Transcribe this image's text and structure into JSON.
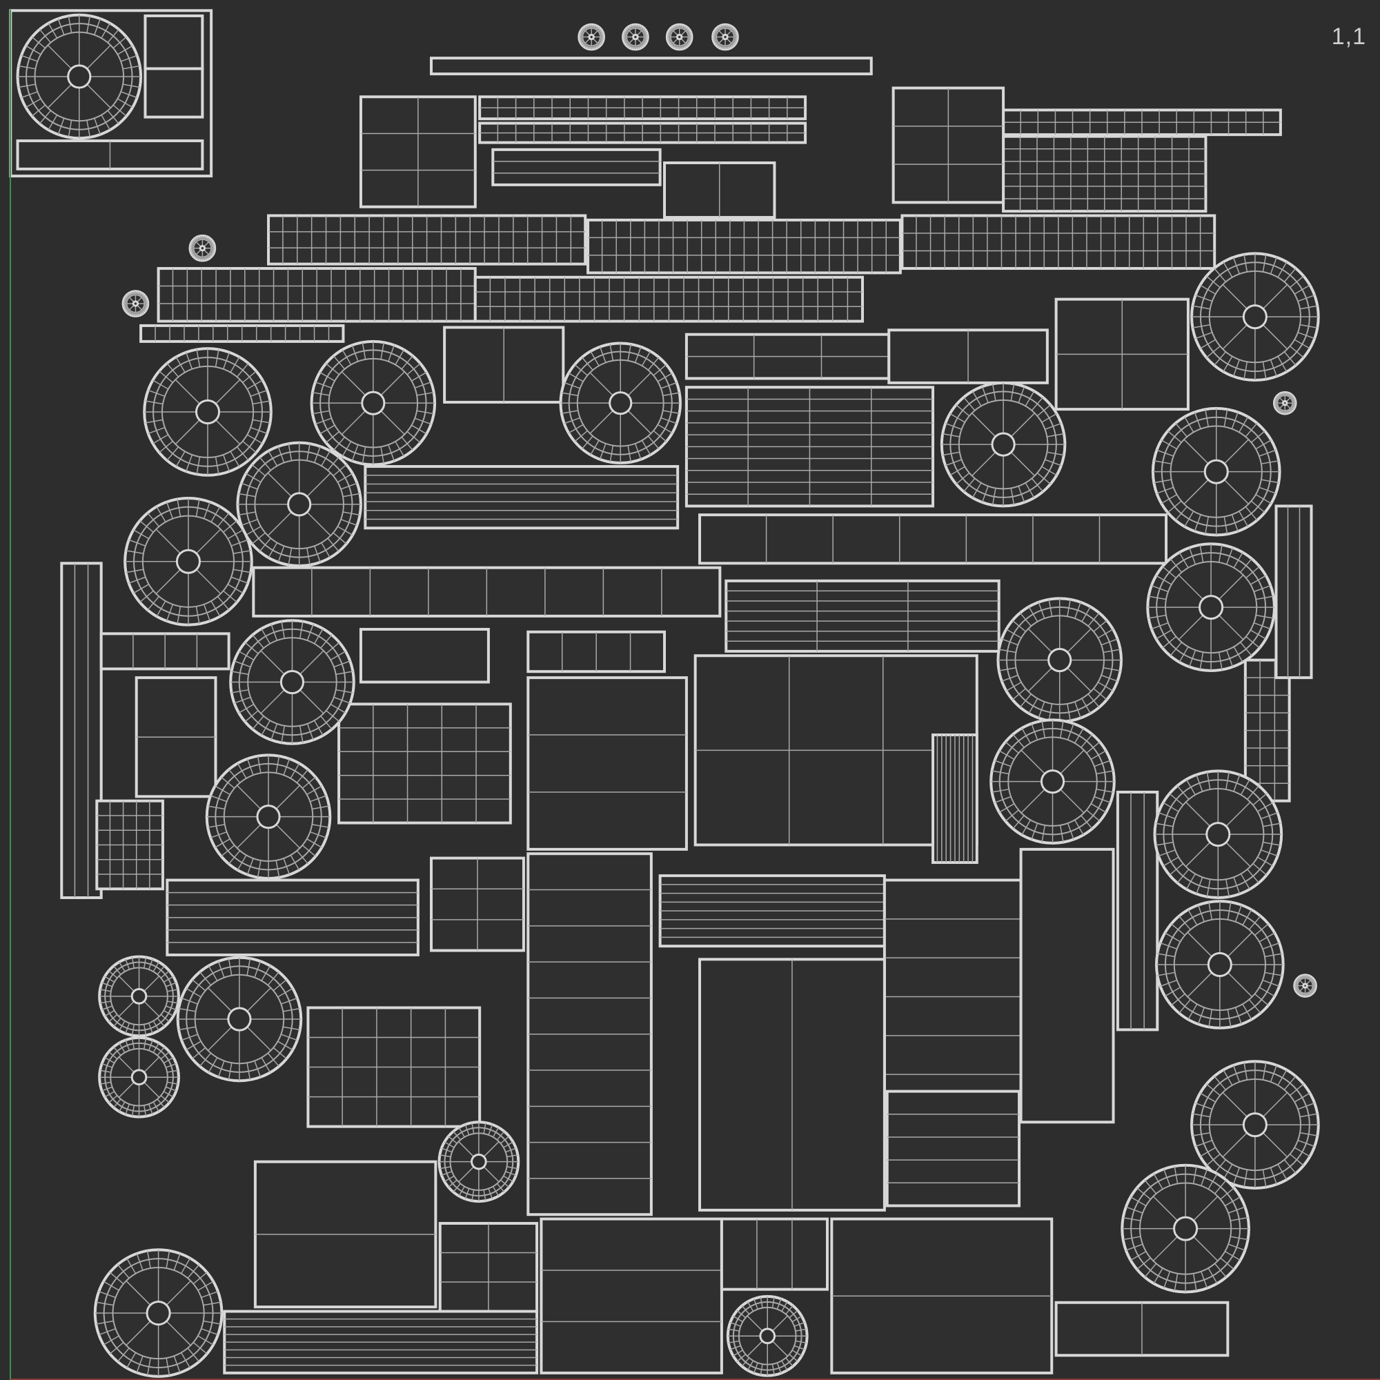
{
  "app": {
    "view": "uv-editor-viewport"
  },
  "tile_label": "1,1",
  "colors": {
    "background": "#2d2d2d",
    "island_fill": "#2f2f2f",
    "wire": "#d8d8d8",
    "wire_dim": "#a9a9a9",
    "axis_v": "#3f8f4f",
    "axis_u": "#8a3b3b"
  },
  "content": {
    "kind": "uv-layout-wireframe",
    "island_types": [
      "wheel",
      "panel-grid",
      "panel-strip",
      "block"
    ]
  }
}
